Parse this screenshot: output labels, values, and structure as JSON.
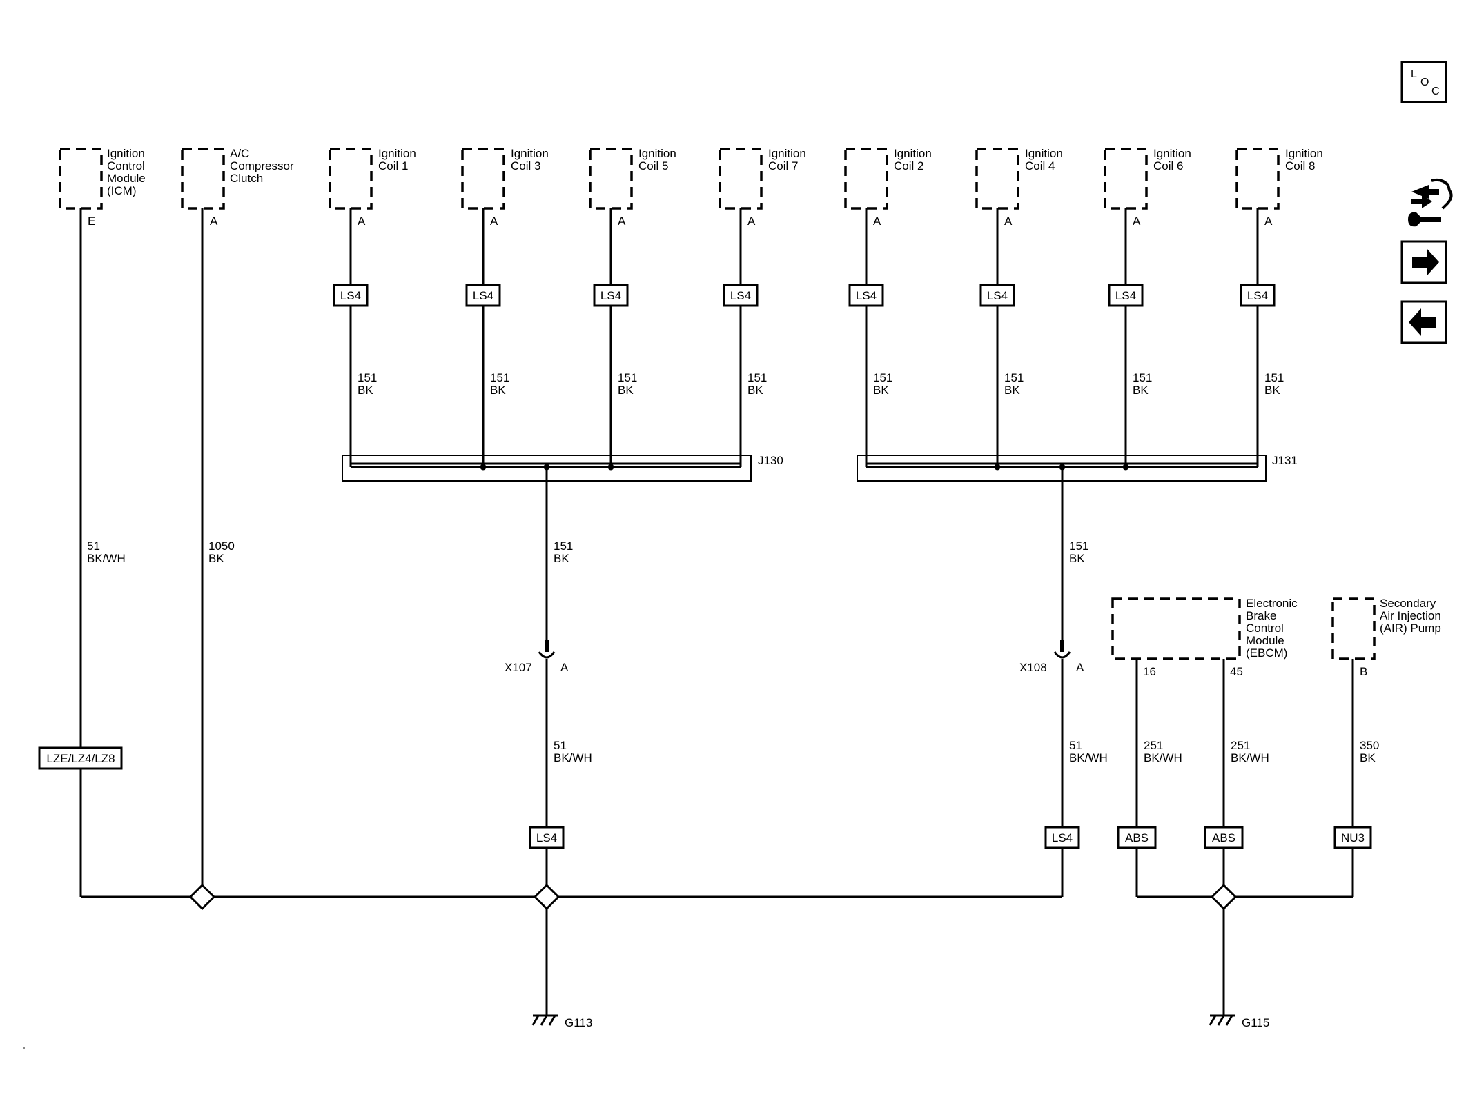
{
  "components": {
    "icm": {
      "lines": [
        "Ignition",
        "Control",
        "Module",
        "(ICM)"
      ],
      "pin": "E"
    },
    "ac_clutch": {
      "lines": [
        "A/C",
        "Compressor",
        "Clutch"
      ],
      "pin": "A"
    },
    "coils": [
      {
        "lines": [
          "Ignition",
          "Coil 1"
        ],
        "pin": "A",
        "option": "LS4",
        "wire": [
          "151",
          "BK"
        ]
      },
      {
        "lines": [
          "Ignition",
          "Coil 3"
        ],
        "pin": "A",
        "option": "LS4",
        "wire": [
          "151",
          "BK"
        ]
      },
      {
        "lines": [
          "Ignition",
          "Coil 5"
        ],
        "pin": "A",
        "option": "LS4",
        "wire": [
          "151",
          "BK"
        ]
      },
      {
        "lines": [
          "Ignition",
          "Coil 7"
        ],
        "pin": "A",
        "option": "LS4",
        "wire": [
          "151",
          "BK"
        ]
      },
      {
        "lines": [
          "Ignition",
          "Coil 2"
        ],
        "pin": "A",
        "option": "LS4",
        "wire": [
          "151",
          "BK"
        ]
      },
      {
        "lines": [
          "Ignition",
          "Coil 4"
        ],
        "pin": "A",
        "option": "LS4",
        "wire": [
          "151",
          "BK"
        ]
      },
      {
        "lines": [
          "Ignition",
          "Coil 6"
        ],
        "pin": "A",
        "option": "LS4",
        "wire": [
          "151",
          "BK"
        ]
      },
      {
        "lines": [
          "Ignition",
          "Coil 8"
        ],
        "pin": "A",
        "option": "LS4",
        "wire": [
          "151",
          "BK"
        ]
      }
    ],
    "ebcm": {
      "lines": [
        "Electronic",
        "Brake",
        "Control",
        "Module",
        "(EBCM)"
      ],
      "pins": [
        "16",
        "45"
      ]
    },
    "air_pump": {
      "lines": [
        "Secondary",
        "Air Injection",
        "(AIR) Pump"
      ],
      "pin": "B"
    }
  },
  "splices": {
    "left": "J130",
    "right": "J131"
  },
  "connectors": {
    "x107": {
      "name": "X107",
      "pin": "A"
    },
    "x108": {
      "name": "X108",
      "pin": "A"
    }
  },
  "wires": {
    "icm": [
      "51",
      "BK/WH"
    ],
    "ac": [
      "1050",
      "BK"
    ],
    "j130_out": [
      "151",
      "BK"
    ],
    "j131_out": [
      "151",
      "BK"
    ],
    "x107_out": [
      "51",
      "BK/WH"
    ],
    "x108_out": [
      "51",
      "BK/WH"
    ],
    "ebcm16": [
      "251",
      "BK/WH"
    ],
    "ebcm45": [
      "251",
      "BK/WH"
    ],
    "air": [
      "350",
      "BK"
    ]
  },
  "options": {
    "icm": "LZE/LZ4/LZ8",
    "x107": "LS4",
    "x108": "LS4",
    "ebcm16": "ABS",
    "ebcm45": "ABS",
    "air": "NU3"
  },
  "grounds": {
    "g113": "G113",
    "g115": "G115"
  },
  "nav": {
    "loc": {
      "letters": [
        "L",
        "O",
        "C"
      ],
      "icon": "loc-icon"
    },
    "connector_icon": "connector-wrench-icon",
    "next_icon": "arrow-right-icon",
    "prev_icon": "arrow-left-icon"
  }
}
